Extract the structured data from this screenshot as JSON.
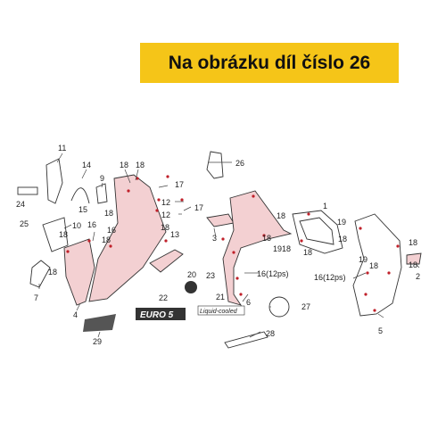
{
  "banner": {
    "text": "Na obrázku díl číslo 26",
    "bg_color": "#f5c518"
  },
  "labels": {
    "l1": "1",
    "l2": "2",
    "l3": "3",
    "l4": "4",
    "l5": "5",
    "l6": "6",
    "l7": "7",
    "l9": "9",
    "l10": "10",
    "l11": "11",
    "l12a": "12",
    "l12b": "12",
    "l13": "13",
    "l14": "14",
    "l15": "15",
    "l16a": "16",
    "l16b": "16",
    "l17a": "17",
    "l17b": "17",
    "l18a": "18",
    "l18b": "18",
    "l18c": "18",
    "l18d": "18",
    "l18e": "18",
    "l18f": "18",
    "l18g": "18",
    "l18h": "18",
    "l18i": "18",
    "l18j": "18",
    "l18k": "18",
    "l18l": "18",
    "l18m": "18",
    "l18n": "18",
    "l18o": "18",
    "l19a": "19",
    "l19b": "19",
    "l19c": "19",
    "l20": "20",
    "l21": "21",
    "l22": "22",
    "l23": "23",
    "l24": "24",
    "l25": "25",
    "l26": "26",
    "l27": "27",
    "l28": "28",
    "l29": "29",
    "l16ps_a": "16(12ps)",
    "l16ps_b": "16(12ps)"
  },
  "decals": {
    "euro": "EURO 5",
    "liquid": "Liquid-cooled"
  },
  "colors": {
    "part_fill": "#f3d0d2",
    "fastener": "#c0202a"
  }
}
